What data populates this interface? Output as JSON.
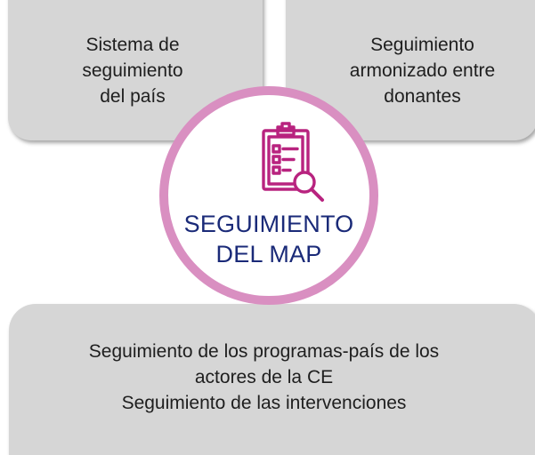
{
  "boxes": {
    "top_left": "Sistema de\nseguimiento\ndel país",
    "top_right": "Seguimiento\narmonizado entre\ndonantes",
    "bottom": "Seguimiento de los programas-país de los\nactores de la CE\nSeguimiento de las intervenciones"
  },
  "center": {
    "title": "SEGUIMIENTO\nDEL MAP",
    "icon": "clipboard-search-icon"
  },
  "colors": {
    "box_fill": "#d6d6d6",
    "circle_border": "#d98fc1",
    "icon": "#b8237f",
    "title": "#1a2a78"
  }
}
